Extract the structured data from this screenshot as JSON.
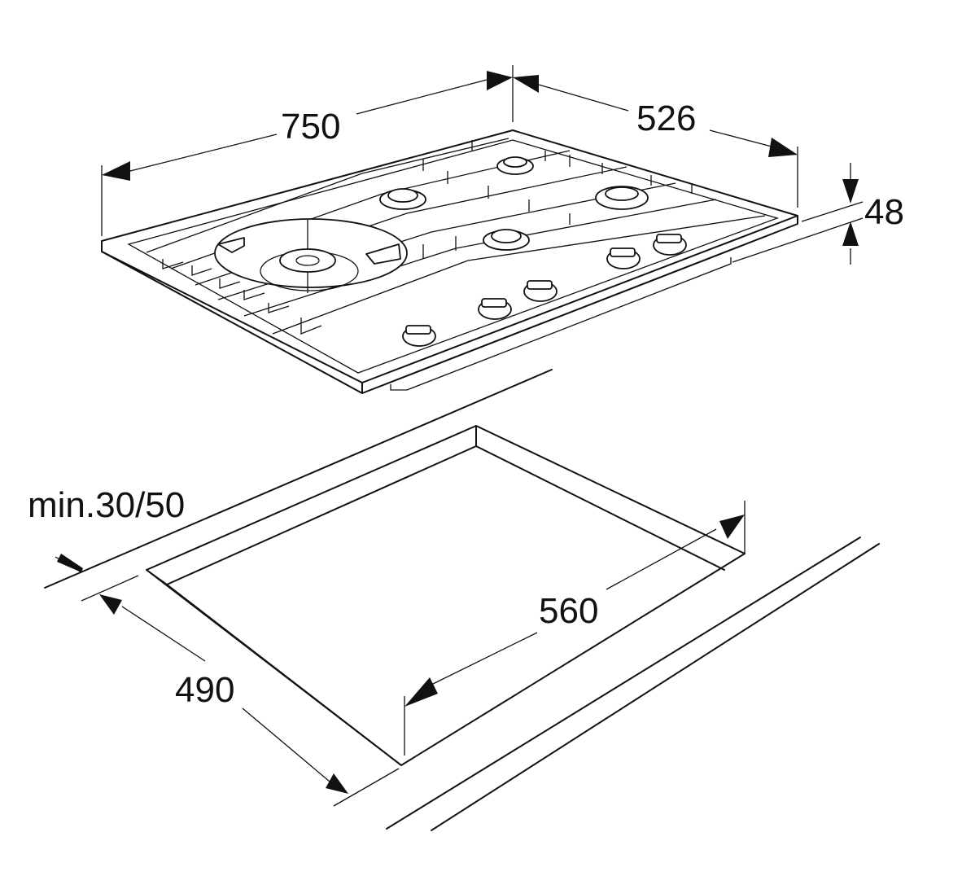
{
  "diagram": {
    "dimensions": {
      "hob_width": "750",
      "hob_depth": "526",
      "hob_height": "48",
      "front_clearance": "min.30/50",
      "cutout_width": "560",
      "cutout_depth": "490"
    },
    "colors": {
      "ink": "#111111",
      "paper": "#ffffff"
    }
  }
}
